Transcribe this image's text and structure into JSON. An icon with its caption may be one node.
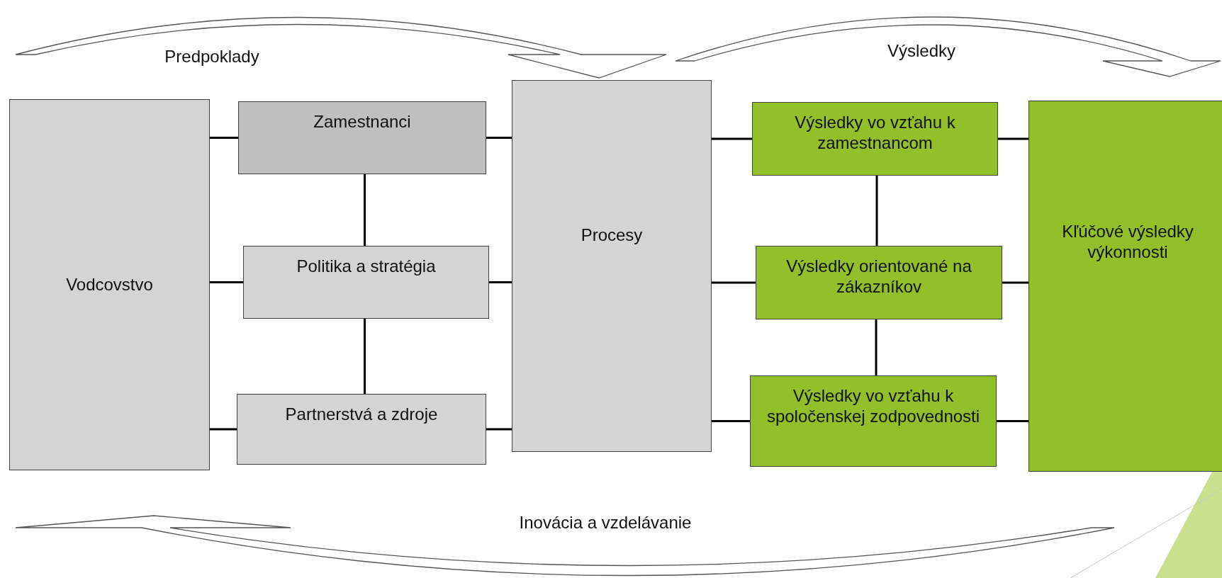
{
  "diagram": {
    "nodes": [
      {
        "text": [
          "Vodcovstvo"
        ]
      },
      {
        "text": [
          "Zamestnanci"
        ]
      },
      {
        "text": [
          "Politika a stratégia"
        ]
      },
      {
        "text": [
          "Partnerstvá a zdroje"
        ]
      },
      {
        "text": [
          "Procesy"
        ]
      },
      {
        "text": [
          "Výsledky vo vzťahu k zamestnancom"
        ]
      },
      {
        "text": [
          "Výsledky orientované na zákazníkov"
        ]
      },
      {
        "text": [
          "Výsledky  vo vzťahu k spoločenskej zodpovednosti"
        ]
      },
      {
        "text": [
          "Kľúčové výsledky výkonnosti"
        ]
      }
    ],
    "edges": [
      {
        "from": 0,
        "to": 1,
        "arrow": "none"
      },
      {
        "from": 0,
        "to": 2,
        "arrow": "none"
      },
      {
        "from": 0,
        "to": 3,
        "arrow": "none"
      },
      {
        "from": 1,
        "to": 2,
        "arrow": "none"
      },
      {
        "from": 2,
        "to": 3,
        "arrow": "none"
      },
      {
        "from": 1,
        "to": 4,
        "arrow": "none"
      },
      {
        "from": 2,
        "to": 4,
        "arrow": "none"
      },
      {
        "from": 3,
        "to": 4,
        "arrow": "none"
      },
      {
        "from": 4,
        "to": 5,
        "arrow": "none"
      },
      {
        "from": 4,
        "to": 6,
        "arrow": "none"
      },
      {
        "from": 4,
        "to": 7,
        "arrow": "none"
      },
      {
        "from": 5,
        "to": 6,
        "arrow": "none"
      },
      {
        "from": 6,
        "to": 7,
        "arrow": "none"
      },
      {
        "from": 5,
        "to": 8,
        "arrow": "none"
      },
      {
        "from": 6,
        "to": 8,
        "arrow": "none"
      },
      {
        "from": 7,
        "to": 8,
        "arrow": "none"
      }
    ],
    "labels": [
      "Predpoklady",
      "Výsledky",
      "Inovácia a vzdelávanie"
    ]
  }
}
